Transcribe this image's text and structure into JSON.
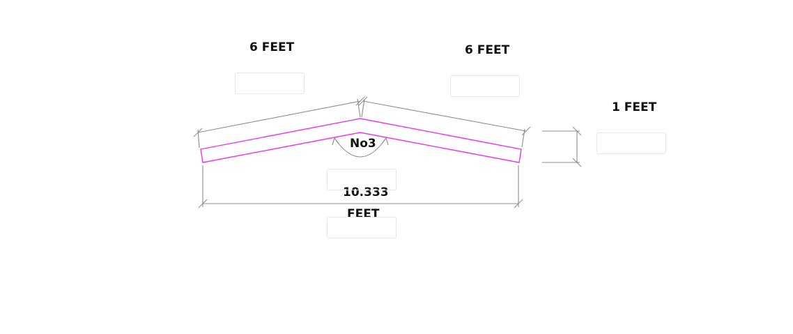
{
  "labels": {
    "left_slope": "6 FEET",
    "right_slope": "6 FEET",
    "thickness": "1 FEET",
    "span_value": "10.333",
    "span_unit": "FEET",
    "angle": "No3"
  },
  "inputs": {
    "left_slope": "",
    "right_slope": "",
    "thickness": "",
    "angle": "",
    "span": ""
  },
  "colors": {
    "profile": "#ee33ee",
    "dimension": "#8c8c8c",
    "text": "#111111",
    "input_border": "#e6e6e6"
  }
}
